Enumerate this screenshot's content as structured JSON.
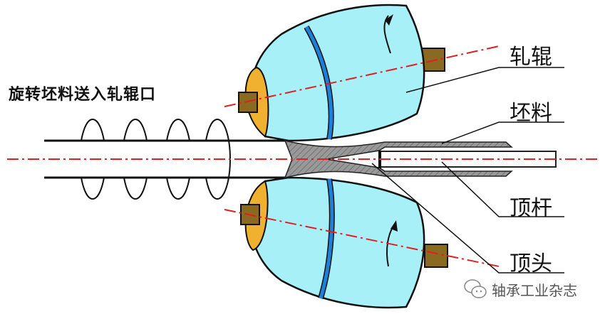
{
  "title_text": "旋转坯料送入轧辊口",
  "labels": {
    "roll": "轧辊",
    "billet": "坯料",
    "mandrel_bar": "顶杆",
    "plug": "顶头"
  },
  "watermark": "轴承工业杂志",
  "colors": {
    "roll": "#a8f0f8",
    "roll_band": "#1e7fd8",
    "roll_face": "#f0b030",
    "shaft": "#8a6a20",
    "axis": "#e02020",
    "billet": "#8a8a8a"
  }
}
